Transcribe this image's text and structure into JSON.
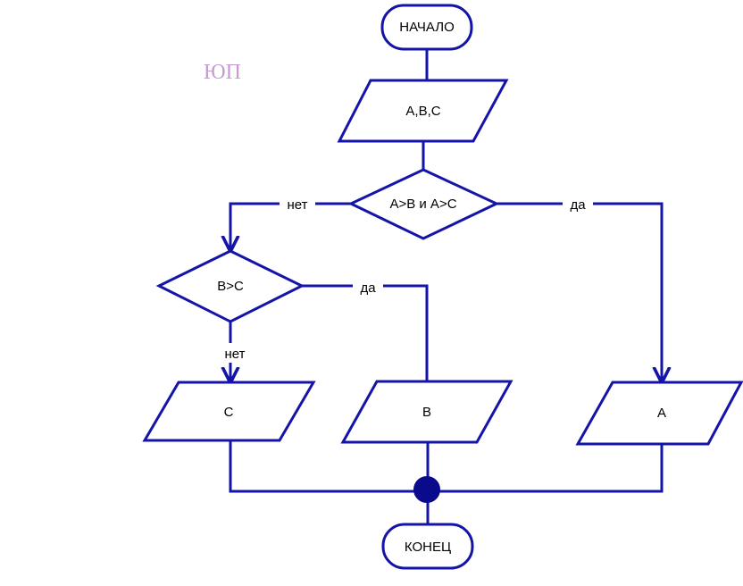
{
  "watermark": "ЮП",
  "nodes": {
    "start": "НАЧАЛО",
    "input": "A,B,C",
    "cond1": "A>B и A>C",
    "cond2": "B>C",
    "out_c": "C",
    "out_b": "B",
    "out_a": "A",
    "end": "КОНЕЦ"
  },
  "edges": {
    "cond1_no": "нет",
    "cond1_yes": "да",
    "cond2_yes": "да",
    "cond2_no": "нет"
  },
  "colors": {
    "stroke": "#1414a8",
    "junction": "#0a0a8c",
    "watermark": "#c79bd6"
  }
}
